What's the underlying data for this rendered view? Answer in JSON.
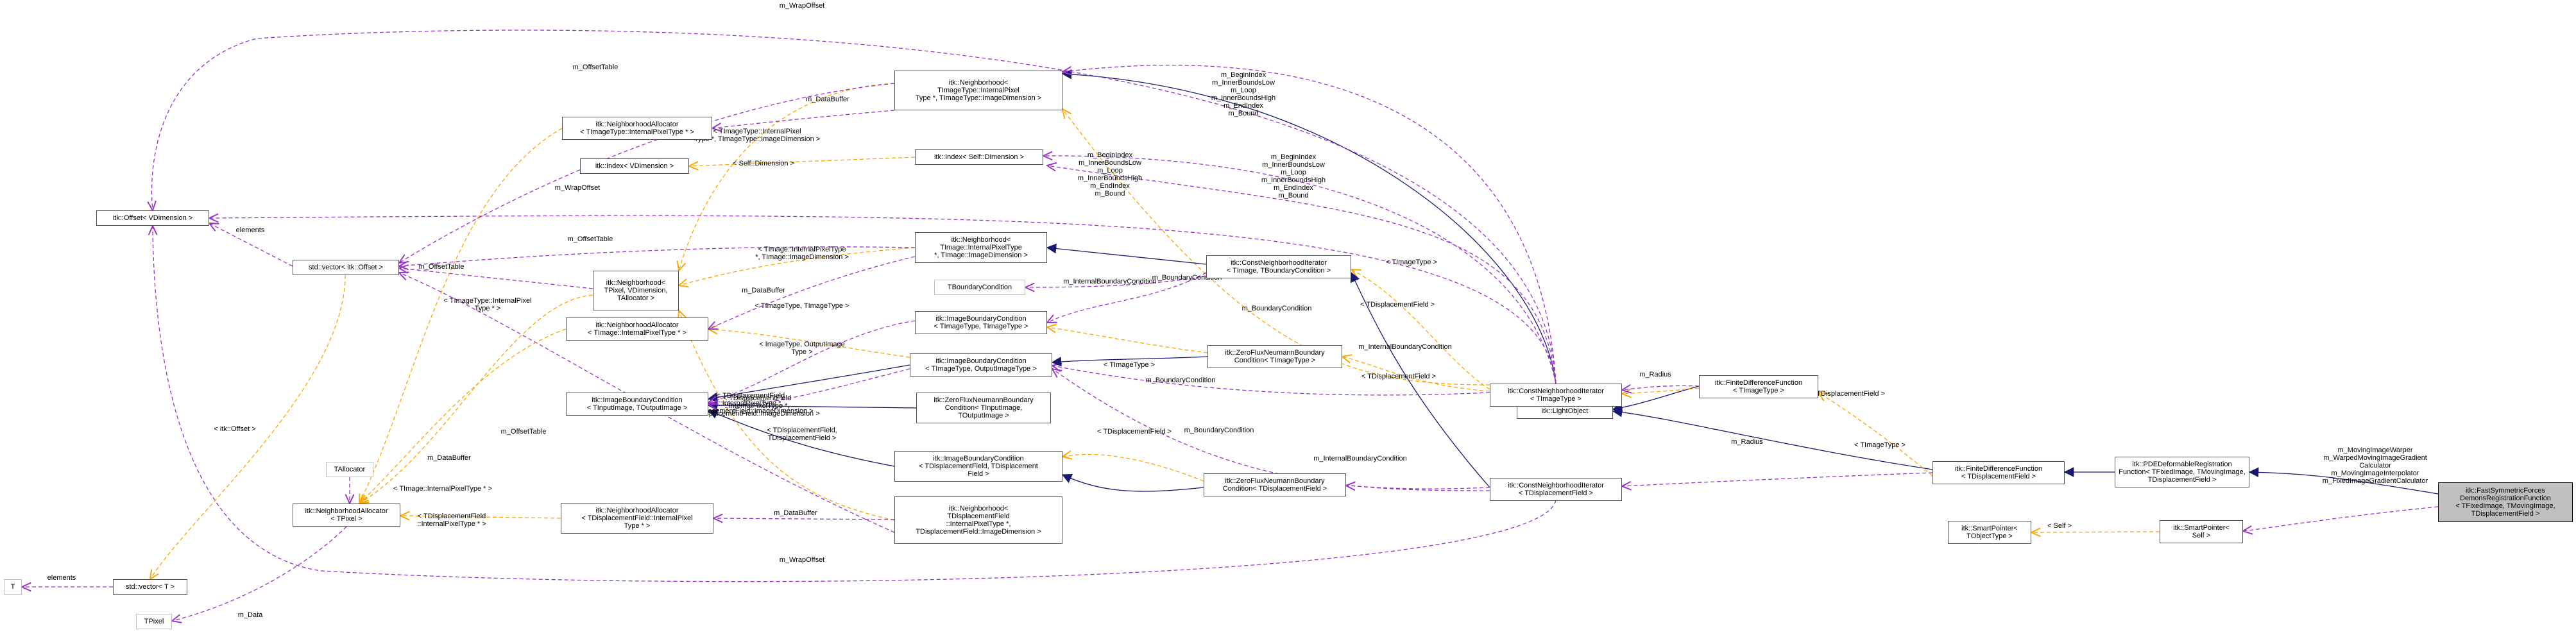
{
  "nodes": [
    {
      "id": "main",
      "label": "itk::FastSymmetricForces\nDemonsRegistrationFunction\n< TFixedImage, TMovingImage,\nTDisplacementField >"
    },
    {
      "id": "pde",
      "label": "itk::PDEDeformableRegistration\nFunction< TFixedImage, TMovingImage,\nTDisplacementField >"
    },
    {
      "id": "fdf_disp",
      "label": "itk::FiniteDifferenceFunction\n< TDisplacementField >"
    },
    {
      "id": "fdf_timg",
      "label": "itk::FiniteDifferenceFunction\n< TImageType >"
    },
    {
      "id": "lightobj",
      "label": "itk::LightObject"
    },
    {
      "id": "sp_self",
      "label": "itk::SmartPointer<\nSelf >"
    },
    {
      "id": "sp_tobj",
      "label": "itk::SmartPointer<\nTObjectType >"
    },
    {
      "id": "cni_timg",
      "label": "itk::ConstNeighborhoodIterator\n< TImageType >"
    },
    {
      "id": "cni_disp",
      "label": "itk::ConstNeighborhoodIterator\n< TDisplacementField >"
    },
    {
      "id": "cni_generic",
      "label": "itk::ConstNeighborhoodIterator\n< TImage, TBoundaryCondition >"
    },
    {
      "id": "nb_imgtype",
      "label": "itk::Neighborhood<\nTImageType::InternalPixel\nType *, TImageType::ImageDimension >"
    },
    {
      "id": "index_self",
      "label": "itk::Index< Self::Dimension >"
    },
    {
      "id": "nb_timage",
      "label": "itk::Neighborhood<\nTImage::InternalPixelType\n*, TImage::ImageDimension >"
    },
    {
      "id": "tboundary",
      "label": "TBoundaryCondition"
    },
    {
      "id": "ibc_timage",
      "label": "itk::ImageBoundaryCondition\n< TImageType, TImageType >"
    },
    {
      "id": "ibc_io",
      "label": "itk::ImageBoundaryCondition\n< TImageType, OutputImageType >"
    },
    {
      "id": "zfn_timg",
      "label": "itk::ZeroFluxNeumannBoundary\nCondition< TImageType >"
    },
    {
      "id": "zfn_generic",
      "label": "itk::ZeroFluxNeumannBoundary\nCondition< TInputImage,\nTOutputImage >"
    },
    {
      "id": "ibc_disp",
      "label": "itk::ImageBoundaryCondition\n< TDisplacementField, TDisplacement\nField >"
    },
    {
      "id": "zfn_disp",
      "label": "itk::ZeroFluxNeumannBoundary\nCondition< TDisplacementField >"
    },
    {
      "id": "nb_disp",
      "label": "itk::Neighborhood<\nTDisplacementField\n::InternalPixelType *,\nTDisplacementField::ImageDimension >"
    },
    {
      "id": "na_imgtype",
      "label": "itk::NeighborhoodAllocator\n< TImageType::InternalPixelType * >"
    },
    {
      "id": "index_vdim",
      "label": "itk::Index< VDimension >"
    },
    {
      "id": "nb_generic",
      "label": "itk::Neighborhood<\nTPixel, VDimension,\nTAllocator >"
    },
    {
      "id": "na_timage",
      "label": "itk::NeighborhoodAllocator\n< TImage::InternalPixelType * >"
    },
    {
      "id": "ibc_generic",
      "label": "itk::ImageBoundaryCondition\n< TInputImage, TOutputImage >"
    },
    {
      "id": "na_disp",
      "label": "itk::NeighborhoodAllocator\n< TDisplacementField::InternalPixel\nType * >"
    },
    {
      "id": "tallocator",
      "label": "TAllocator"
    },
    {
      "id": "na_tpixel",
      "label": "itk::NeighborhoodAllocator\n< TPixel >"
    },
    {
      "id": "tpixel",
      "label": "TPixel"
    },
    {
      "id": "offset_vdim",
      "label": "itk::Offset< VDimension >"
    },
    {
      "id": "vec_offset",
      "label": "std::vector< itk::Offset >"
    },
    {
      "id": "vec_t",
      "label": "std::vector< T >"
    },
    {
      "id": "t",
      "label": "T"
    }
  ],
  "edge_labels": [
    {
      "id": "moving_warper",
      "text": "m_MovingImageWarper\nm_WarpedMovingImageGradient\nCalculator\nm_MovingImageInterpolator\nm_FixedImageGradientCalculator"
    },
    {
      "id": "self",
      "text": "< Self >"
    },
    {
      "id": "radius1",
      "text": "m_Radius"
    },
    {
      "id": "radius2",
      "text": "m_Radius"
    },
    {
      "id": "tdisp_fdf",
      "text": "< TDisplacementField >"
    },
    {
      "id": "timg_fdf",
      "text": "< TImageType >"
    },
    {
      "id": "timg_cni",
      "text": "< TImageType >"
    },
    {
      "id": "tdisp_cni",
      "text": "< TDisplacementField >"
    },
    {
      "id": "bounds_top",
      "text": "m_BeginIndex\nm_InnerBoundsLow\nm_Loop\nm_InnerBoundsHigh\nm_EndIndex\nm_Bound"
    },
    {
      "id": "bounds_mid",
      "text": "m_BeginIndex\nm_InnerBoundsLow\nm_Loop\nm_InnerBoundsHigh\nm_EndIndex\nm_Bound"
    },
    {
      "id": "bounds_left",
      "text": "m_BeginIndex\nm_InnerBoundsLow\nm_Loop\nm_InnerBoundsHigh\nm_EndIndex\nm_Bound"
    },
    {
      "id": "wrap_top",
      "text": "m_WrapOffset"
    },
    {
      "id": "wrap_mid",
      "text": "m_WrapOffset"
    },
    {
      "id": "wrap_bottom",
      "text": "m_WrapOffset"
    },
    {
      "id": "offtable1",
      "text": "m_OffsetTable"
    },
    {
      "id": "offtable2",
      "text": "m_OffsetTable"
    },
    {
      "id": "offtable3",
      "text": "m_OffsetTable"
    },
    {
      "id": "offtable4",
      "text": "m_OffsetTable"
    },
    {
      "id": "databuf1",
      "text": "m_DataBuffer"
    },
    {
      "id": "databuf2",
      "text": "m_DataBuffer"
    },
    {
      "id": "databuf3",
      "text": "m_DataBuffer"
    },
    {
      "id": "databuf4",
      "text": "m_DataBuffer"
    },
    {
      "id": "self_dim",
      "text": "< Self::Dimension >"
    },
    {
      "id": "timg_internal",
      "text": "< TImageType::InternalPixel\nType *, TImageType::ImageDimension >"
    },
    {
      "id": "timage_internal",
      "text": "< TImage::InternalPixelType\n*, TImage::ImageDimension >"
    },
    {
      "id": "tdisp_internal",
      "text": "< TDisplacementField\n::InternalPixelType *,\nTDisplacementField::ImageDimension >"
    },
    {
      "id": "bc1",
      "text": "m_InternalBoundaryCondition"
    },
    {
      "id": "bc2",
      "text": "m_BoundaryCondition"
    },
    {
      "id": "bc3",
      "text": "m_BoundaryCondition"
    },
    {
      "id": "bc4",
      "text": "m_InternalBoundaryCondition"
    },
    {
      "id": "bc5",
      "text": "m_BoundaryCondition"
    },
    {
      "id": "bc6",
      "text": "m_InternalBoundaryCondition"
    },
    {
      "id": "bc7",
      "text": "m_BoundaryCondition"
    },
    {
      "id": "tdisp_cni2",
      "text": "< TDisplacementField >"
    },
    {
      "id": "timg_zfn",
      "text": "< TImageType >"
    },
    {
      "id": "timg_ibc",
      "text": "< TImageType, TImageType >"
    },
    {
      "id": "imgtype_out",
      "text": "< ImageType, OutputImage\nType >"
    },
    {
      "id": "tdisp_zfn",
      "text": "< TDisplacementField >"
    },
    {
      "id": "tdisp_ibc",
      "text": "< TDisplacementField,\nTDisplacementField >"
    },
    {
      "id": "tdisp_internal_ibc",
      "text": "< TDisplacementField\n::InternalPixelType *,\nTDisplacementField::ImageDimension >"
    },
    {
      "id": "timg_internal_na",
      "text": "< TImageType::InternalPixel\nType * >"
    },
    {
      "id": "timage_internal_na",
      "text": "< TImage::InternalPixelType * >"
    },
    {
      "id": "tdisp_internal_na",
      "text": "< TDisplacementField\n::InternalPixelType * >"
    },
    {
      "id": "elements1",
      "text": "elements"
    },
    {
      "id": "elements2",
      "text": "elements"
    },
    {
      "id": "itk_offset",
      "text": "< itk::Offset >"
    },
    {
      "id": "mdata",
      "text": "m_Data"
    }
  ],
  "colors": {
    "inherit": "#191970",
    "usage": "#9a32cd",
    "template": "#ffa500",
    "node_border": "#555555",
    "highlight": "#bfbfbf"
  }
}
